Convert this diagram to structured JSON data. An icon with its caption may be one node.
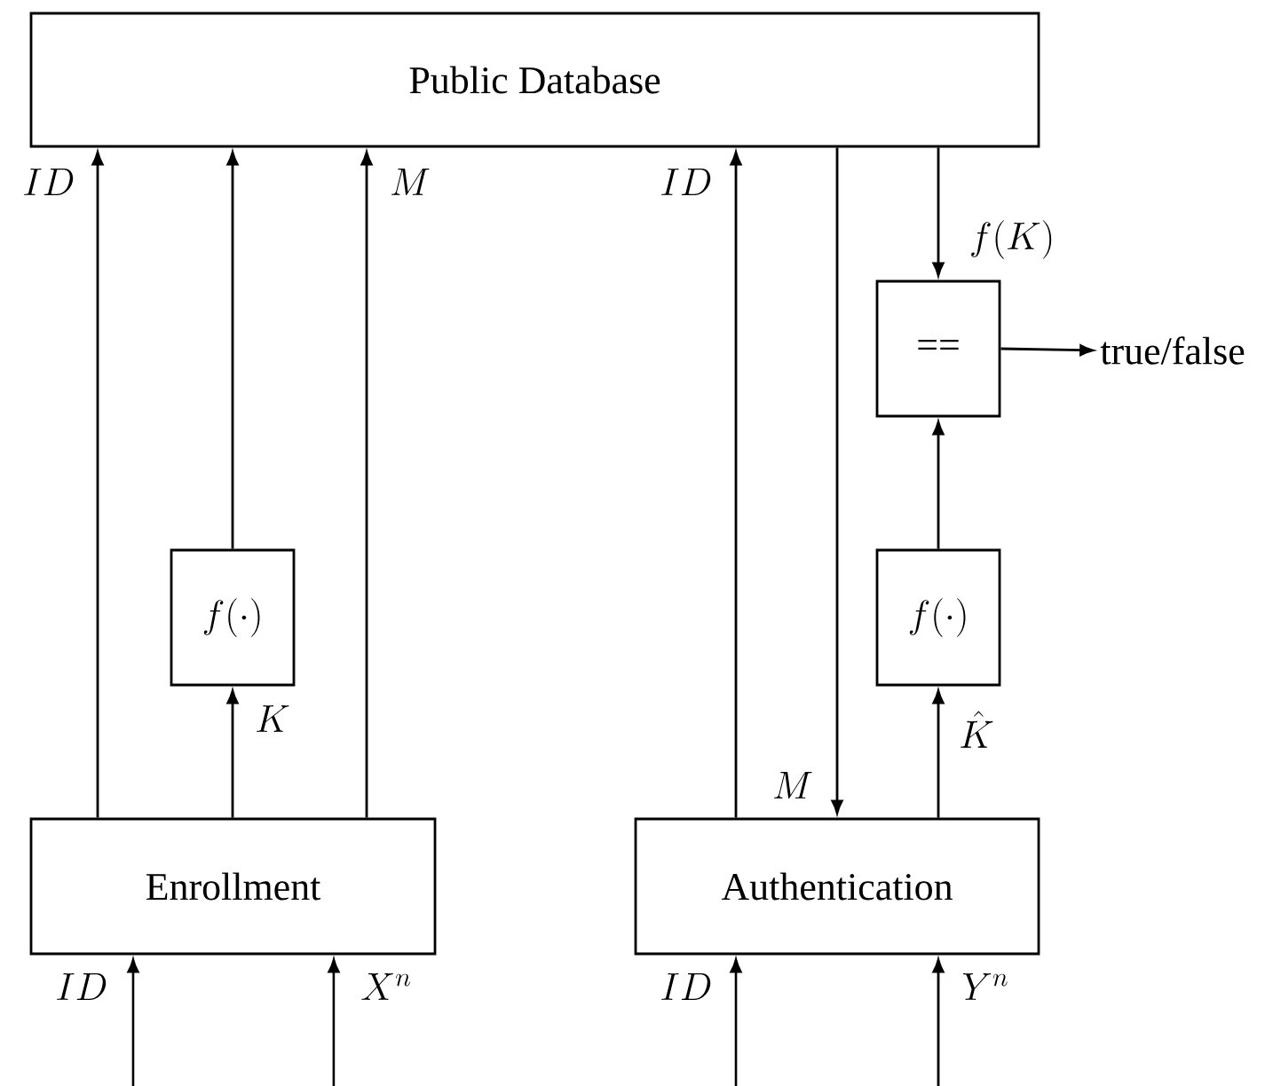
{
  "diagram": {
    "nodes": [
      {
        "text": [
          "Public Database"
        ]
      },
      {
        "text": [
          "Enrollment"
        ]
      },
      {
        "text": [
          "f(\\cdot)"
        ]
      },
      {
        "text": [
          "Authentication"
        ]
      },
      {
        "text": [
          "f(\\cdot)"
        ]
      },
      {
        "text": [
          "=="
        ]
      },
      {
        "text": [
          "true/false"
        ]
      }
    ],
    "edges": [
      {
        "from": 1,
        "to": 0,
        "arrow": "to",
        "label": "ID"
      },
      {
        "from": 2,
        "to": 0,
        "arrow": "to"
      },
      {
        "from": 1,
        "to": 2,
        "arrow": "to",
        "label": "K"
      },
      {
        "from": 1,
        "to": 0,
        "arrow": "to",
        "label": "M"
      },
      {
        "from": 3,
        "to": 0,
        "arrow": "to",
        "label": "ID"
      },
      {
        "from": 0,
        "to": 3,
        "arrow": "to",
        "label": "M"
      },
      {
        "from": 0,
        "to": 5,
        "arrow": "to",
        "label": "f(K)"
      },
      {
        "from": 5,
        "to": 6,
        "arrow": "to"
      },
      {
        "from": 4,
        "to": 5,
        "arrow": "to"
      },
      {
        "from": 3,
        "to": 4,
        "arrow": "to",
        "label": "\\hat{K}"
      },
      {
        "from": null,
        "to": 1,
        "arrow": "to",
        "label": "ID"
      },
      {
        "from": null,
        "to": 1,
        "arrow": "to",
        "label": "X^n"
      },
      {
        "from": null,
        "to": 3,
        "arrow": "to",
        "label": "ID"
      },
      {
        "from": null,
        "to": 3,
        "arrow": "to",
        "label": "Y^n"
      }
    ]
  }
}
